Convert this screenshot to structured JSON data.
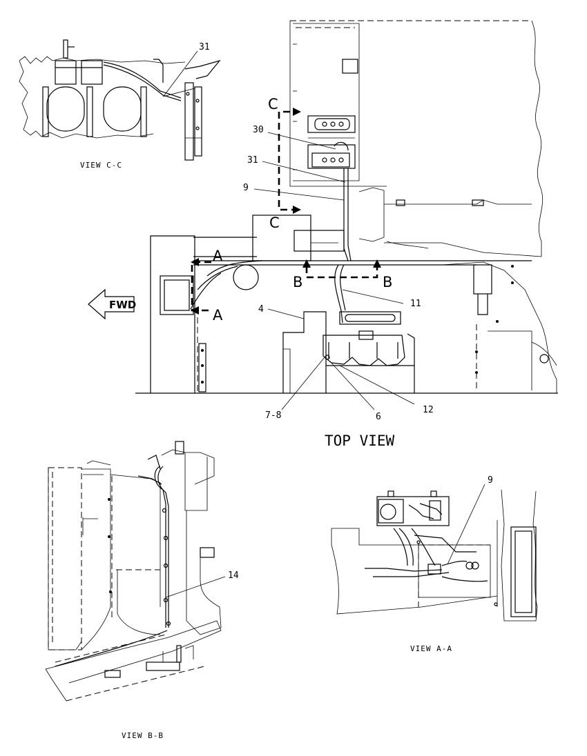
{
  "views": {
    "top": "TOP VIEW",
    "cc": "VIEW C-C",
    "bb": "VIEW B-B",
    "aa": "VIEW A-A"
  },
  "direction": "FWD",
  "section_letters": {
    "c": "C",
    "b": "B",
    "a": "A"
  },
  "callouts": {
    "c31_cc": "31",
    "c30": "30",
    "c31": "31",
    "c9": "9",
    "c11": "11",
    "c4": "4",
    "c7_8": "7-8",
    "c6": "6",
    "c12": "12",
    "c14": "14",
    "c9_aa": "9"
  }
}
